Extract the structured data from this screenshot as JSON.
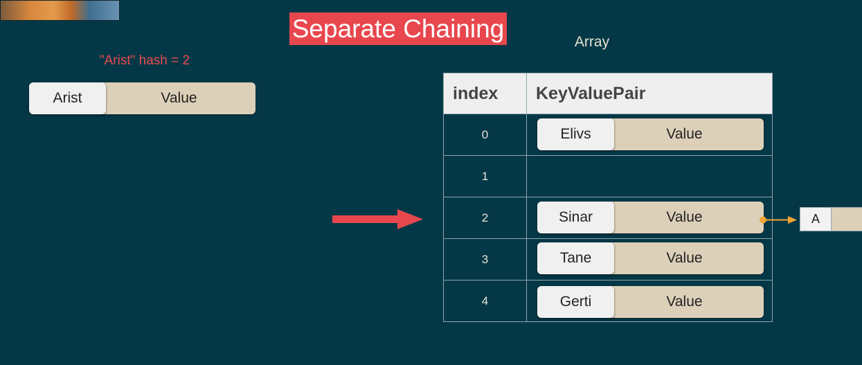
{
  "title": "Separate Chaining",
  "array_label": "Array",
  "hash_label": "\"Arist\" hash = 2",
  "incoming_pair": {
    "key": "Arist",
    "value": "Value"
  },
  "table": {
    "headers": [
      "index",
      "KeyValuePair"
    ],
    "rows": [
      {
        "index": "0",
        "key": "Elivs",
        "value": "Value"
      },
      {
        "index": "1",
        "key": "",
        "value": ""
      },
      {
        "index": "2",
        "key": "Sinar",
        "value": "Value"
      },
      {
        "index": "3",
        "key": "Tane",
        "value": "Value"
      },
      {
        "index": "4",
        "key": "Gerti",
        "value": "Value"
      }
    ]
  },
  "chained_node": {
    "key": "A"
  },
  "colors": {
    "background": "#053847",
    "title_bg": "#e8474e",
    "hash_text": "#ea4a4f",
    "pointer_arrow": "#e8474e",
    "chain_arrow": "#f4a533",
    "key_bg": "#f0f0f0",
    "value_bg": "#ddd0b9"
  }
}
